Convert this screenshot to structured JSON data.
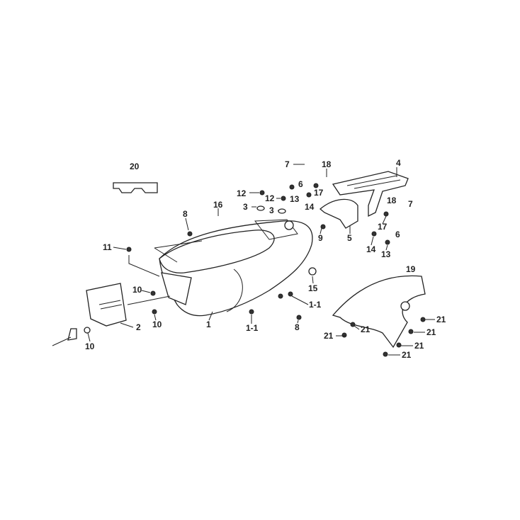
{
  "diagram": {
    "type": "exploded parts diagram",
    "labels": [
      "20",
      "7",
      "18",
      "4",
      "12",
      "12",
      "13",
      "6",
      "17",
      "3",
      "3",
      "14",
      "18",
      "7",
      "8",
      "16",
      "9",
      "5",
      "17",
      "6",
      "11",
      "14",
      "13",
      "15",
      "10",
      "1-1",
      "2",
      "10",
      "1",
      "1-1",
      "8",
      "19",
      "21",
      "21",
      "21",
      "21",
      "21",
      "21",
      "10"
    ]
  }
}
